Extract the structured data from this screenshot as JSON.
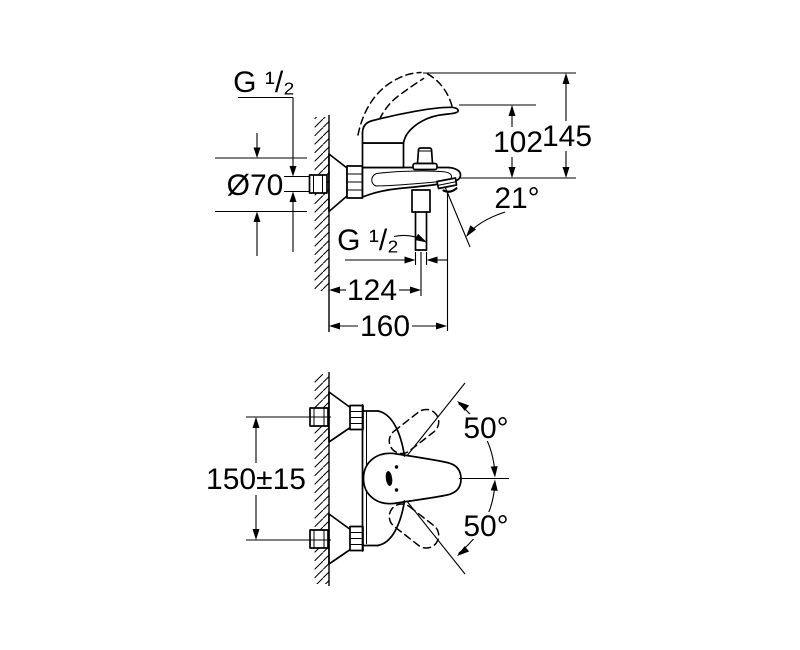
{
  "drawing": {
    "background_color": "#ffffff",
    "line_color": "#000000",
    "side_view": {
      "wall_thread_label": "G ¹/₂",
      "escutcheon_diameter_label": "Ø70",
      "spout_outlet_height_label": "102",
      "overall_height_label": "145",
      "spout_angle_label": "21°",
      "shower_outlet_thread_label": "G ¹/₂",
      "wall_to_shower_outlet_label": "124",
      "wall_to_spout_tip_label": "160"
    },
    "plan_view": {
      "connection_spacing_label": "150±15",
      "handle_swing_upper_label": "50°",
      "handle_swing_lower_label": "50°"
    }
  }
}
